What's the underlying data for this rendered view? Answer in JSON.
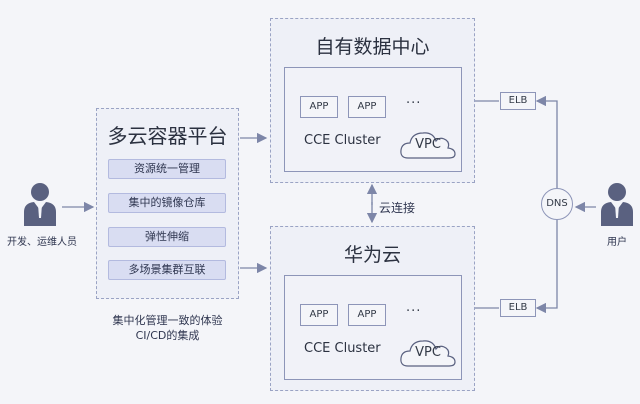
{
  "platform": {
    "title": "多云容器平台",
    "features": [
      "资源统一管理",
      "集中的镜像仓库",
      "弹性伸缩",
      "多场景集群互联"
    ],
    "caption_line1": "集中化管理一致的体验",
    "caption_line2": "CI/CD的集成"
  },
  "users": {
    "devops_label": "开发、运维人员",
    "end_user_label": "用户"
  },
  "datacenters": [
    {
      "title": "自有数据中心",
      "apps": [
        "APP",
        "APP"
      ],
      "dots": "···",
      "cluster_label": "CCE Cluster",
      "vpc_label": "VPC",
      "elb_label": "ELB"
    },
    {
      "title": "华为云",
      "apps": [
        "APP",
        "APP"
      ],
      "dots": "···",
      "cluster_label": "CCE Cluster",
      "vpc_label": "VPC",
      "elb_label": "ELB"
    }
  ],
  "link_label": "云连接",
  "dns_label": "DNS"
}
